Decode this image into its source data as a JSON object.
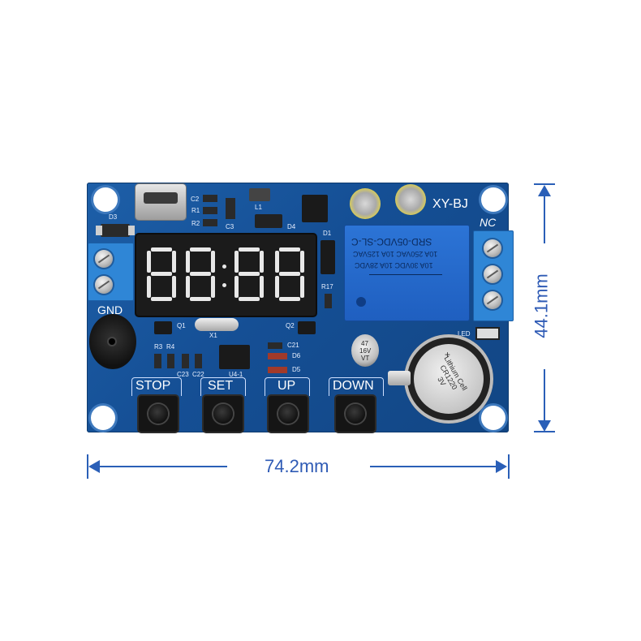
{
  "board": {
    "brand": "XY-BJ",
    "labels": {
      "nc": "NC",
      "gnd": "GND",
      "led": "LED",
      "q1": "Q1",
      "q2": "Q2",
      "x1": "X1",
      "d1": "D1",
      "d3": "D3",
      "d4": "D4",
      "d5": "D5",
      "d6": "D6",
      "l1": "L1",
      "r1": "R1",
      "r2": "R2",
      "r3": "R3",
      "r4": "R4",
      "r17": "R17",
      "c2": "C2",
      "c3": "C3",
      "c21": "C21",
      "c22": "C22",
      "c23": "C23",
      "u4": "U4-1"
    },
    "display_text": "88:88",
    "relay": {
      "model": "SRD-05VDC-SL-C",
      "line1": "10A 250VAC 10A 125VAC",
      "line2": "10A 30VDC 10A 28VDC"
    },
    "battery": {
      "line1": "Lithium Cell",
      "line2": "CR1220",
      "line3": "3V",
      "plus": "+"
    },
    "capacitor": {
      "line1": "47",
      "line2": "16V",
      "line3": "VT"
    },
    "buttons": [
      {
        "label": "STOP"
      },
      {
        "label": "SET"
      },
      {
        "label": "UP"
      },
      {
        "label": "DOWN"
      }
    ]
  },
  "dimensions": {
    "width": "74.2mm",
    "height": "44.1mm"
  },
  "colors": {
    "pcb": "#1d5fa8",
    "relay": "#2c74d6",
    "terminal": "#2f86d6",
    "dimension": "#2a5fb7"
  }
}
